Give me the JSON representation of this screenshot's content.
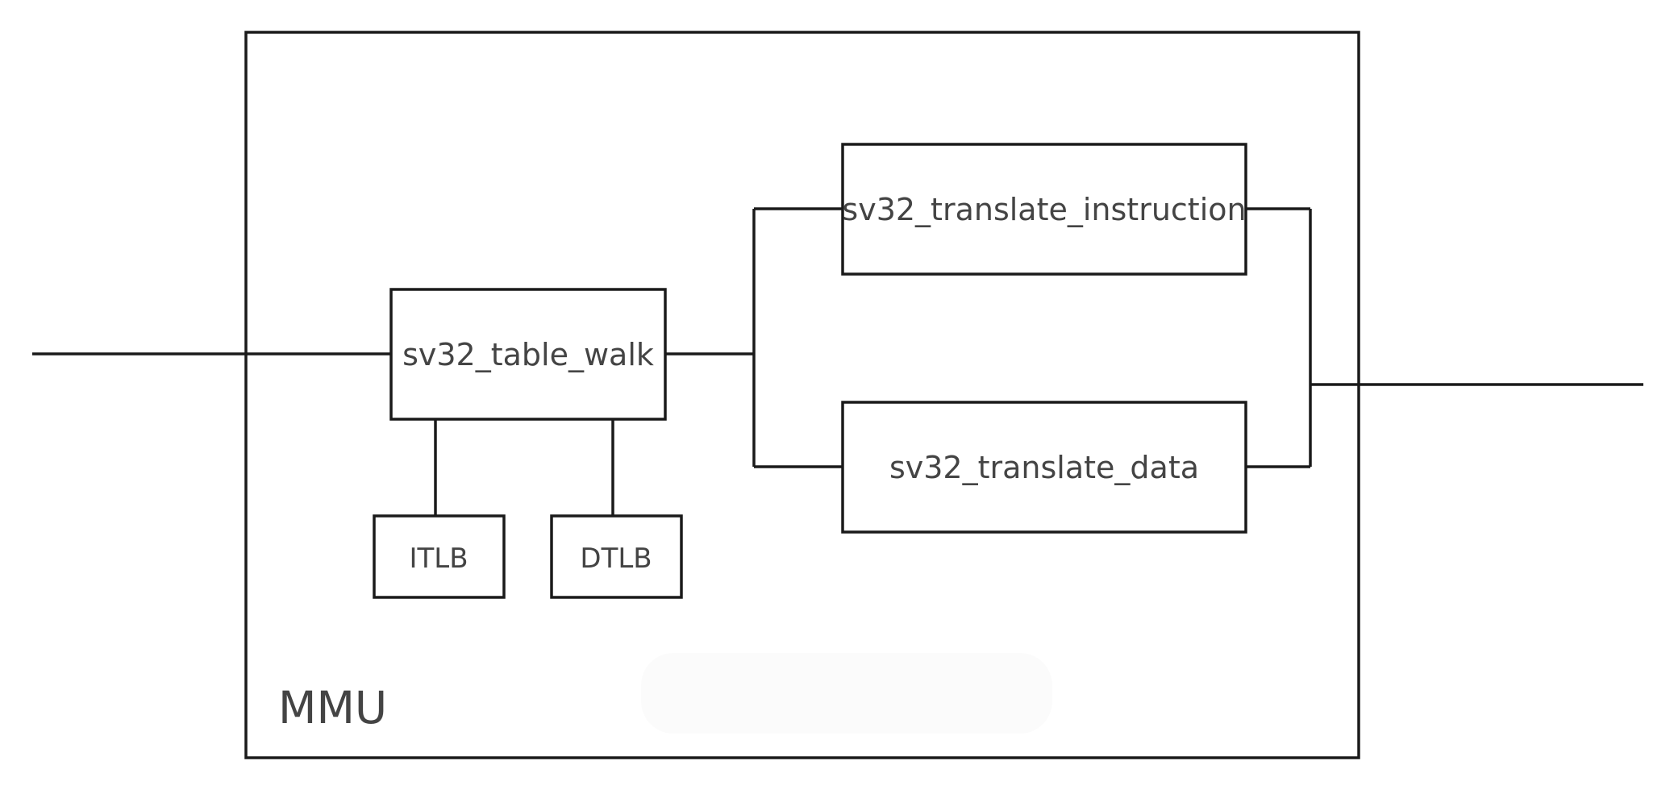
{
  "diagram": {
    "container": {
      "label": "MMU"
    },
    "blocks": {
      "table_walk": "sv32_table_walk",
      "itlb": "ITLB",
      "dtlb": "DTLB",
      "translate_instruction": "sv32_translate_instruction",
      "translate_data": "sv32_translate_data"
    }
  }
}
